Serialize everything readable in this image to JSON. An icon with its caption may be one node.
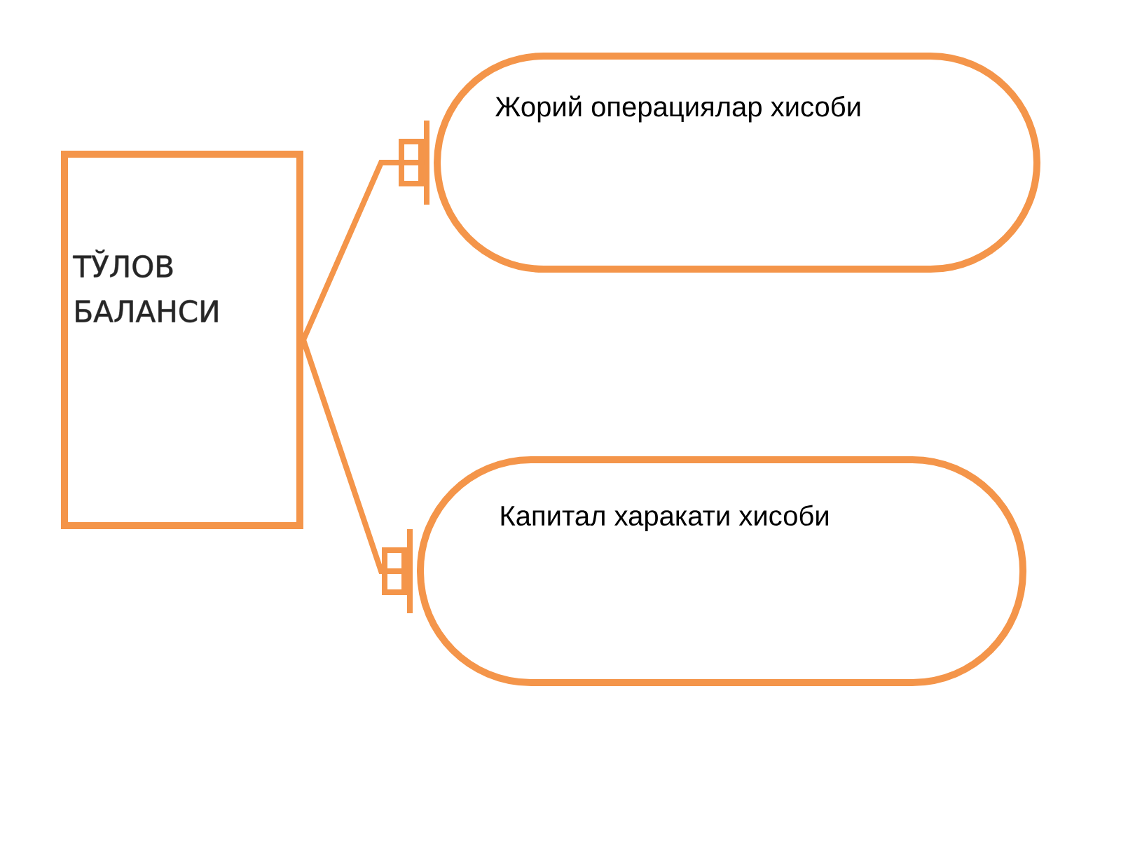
{
  "diagram": {
    "nodes": [
      {
        "text": [
          "ТЎЛОВ БАЛАНСИ"
        ]
      },
      {
        "text": [
          "Жорий операциялар хисоби"
        ]
      },
      {
        "text": [
          "Капитал харакати хисоби"
        ]
      }
    ],
    "edges": [
      {
        "from": 0,
        "to": 1,
        "arrow": "other"
      },
      {
        "from": 0,
        "to": 2,
        "arrow": "other"
      }
    ]
  }
}
